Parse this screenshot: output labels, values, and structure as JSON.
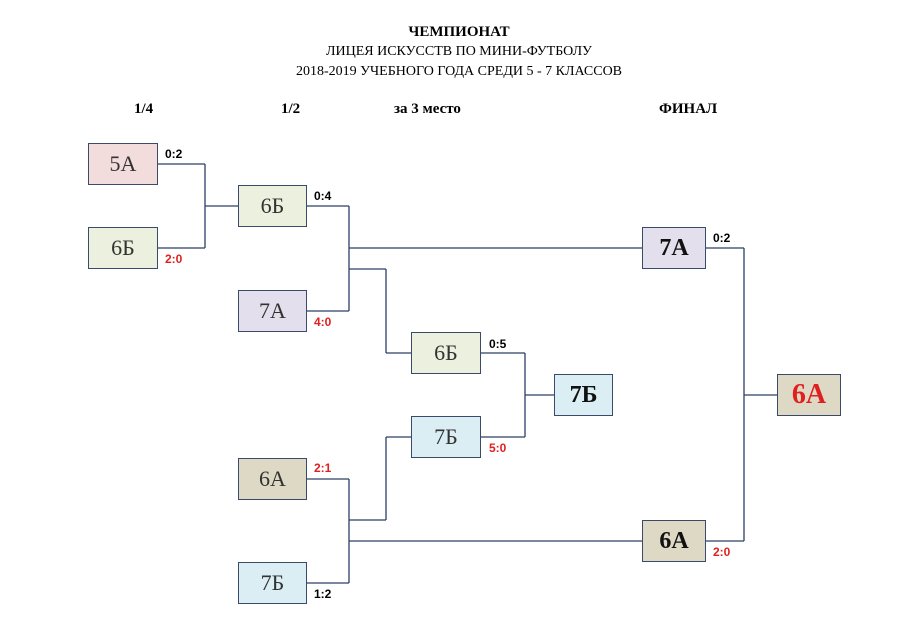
{
  "header": {
    "line1": "ЧЕМПИОНАТ",
    "line2": "ЛИЦЕЯ ИСКУССТВ ПО МИНИ-ФУТБОЛУ",
    "line3": "2018-2019 УЧЕБНОГО ГОДА СРЕДИ 5 - 7 КЛАССОВ"
  },
  "stages": {
    "quarter": "1/4",
    "semi": "1/2",
    "third": "за 3 место",
    "final": "ФИНАЛ"
  },
  "colors": {
    "pink": "#f3dcdc",
    "green": "#ebf1de",
    "lavender": "#e4dfec",
    "tan": "#ddd9c4",
    "lightblue": "#daeef3",
    "final_tan": "#ddd9c4",
    "winner_red": "#e02020"
  },
  "teams": {
    "q_5a": "5А",
    "q_6b": "6Б",
    "s_6b": "6Б",
    "s_7a": "7А",
    "s_6a": "6А",
    "s_7b": "7Б",
    "third_6b": "6Б",
    "third_7b": "7Б",
    "third_winner": "7Б",
    "final_7a": "7А",
    "final_6a": "6А",
    "champion": "6А"
  },
  "scores": {
    "q_5a": "0:2",
    "q_6b": "2:0",
    "s_6b": "0:4",
    "s_7a": "4:0",
    "s_6a": "2:1",
    "s_7b": "1:2",
    "third_6b": "0:5",
    "third_7b": "5:0",
    "final_7a": "0:2",
    "final_6a": "2:0"
  }
}
